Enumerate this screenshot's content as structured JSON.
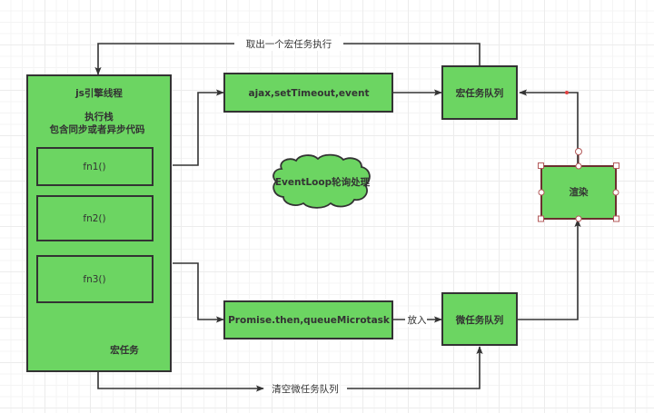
{
  "diagram": {
    "title": "JS Event Loop",
    "colors": {
      "node_fill": "#6cd562",
      "node_stroke": "#333333",
      "edge": "#333333",
      "selection_handle": "#b35a5a",
      "waypoint": "#e04040"
    },
    "nodes": {
      "engine": {
        "title": "js引擎线程",
        "stack_title": "执行栈",
        "stack_desc": "包含同步或者异步代码",
        "footer": "宏任务",
        "functions": [
          "fn1()",
          "fn2()",
          "fn3()"
        ]
      },
      "macro_sources": "ajax,setTimeout,event",
      "macro_queue": "宏任务队列",
      "micro_sources": "Promise.then,queueMicrotask",
      "micro_queue": "微任务队列",
      "render": "渲染",
      "cloud": "EventLoop轮询处理"
    },
    "edges": {
      "take_macro": "取出一个宏任务执行",
      "put_in": "放入",
      "clear_micro": "清空微任务队列"
    },
    "selected_node": "render"
  }
}
